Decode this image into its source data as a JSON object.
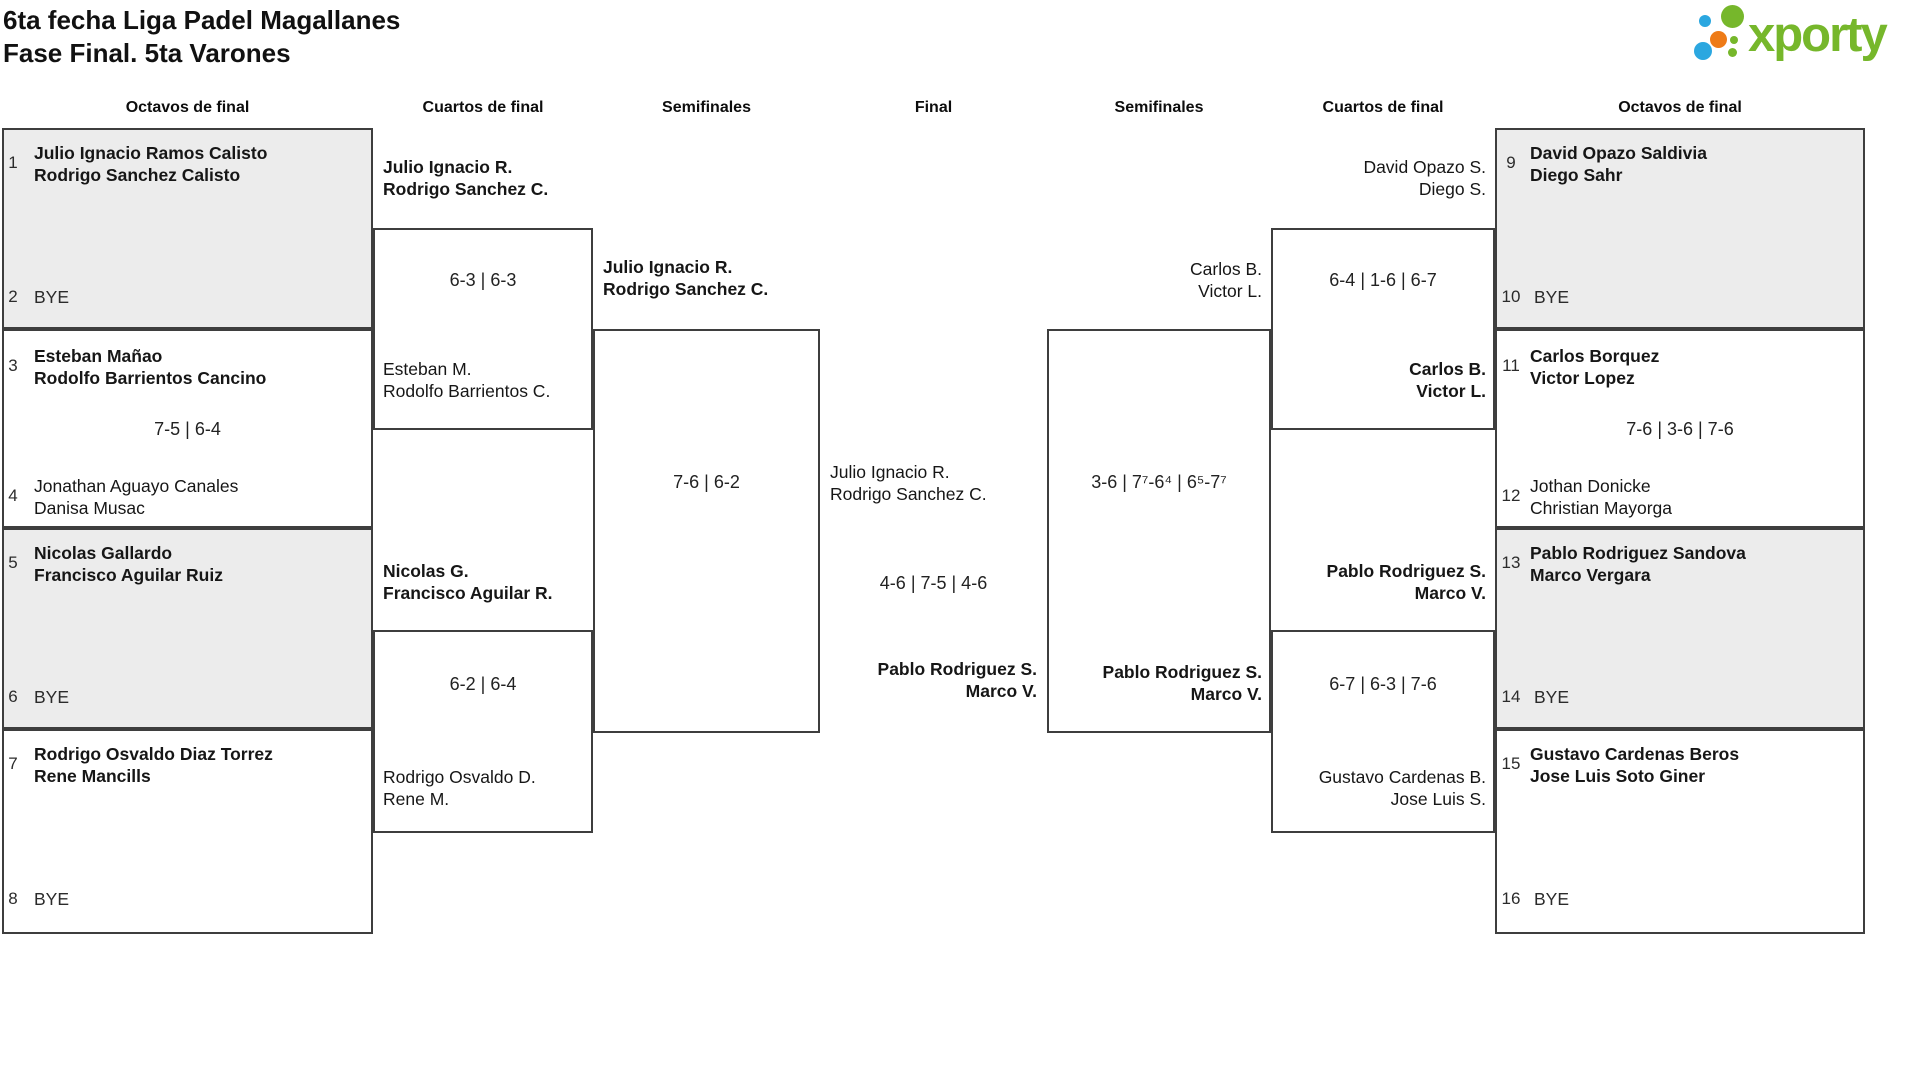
{
  "header": {
    "title_line1": "6ta fecha Liga Padel Magallanes",
    "title_line2": "Fase Final. 5ta Varones"
  },
  "logo": {
    "wordmark": "xporty"
  },
  "colors": {
    "logo_green": "#76b72b",
    "logo_blue": "#2ba7e0",
    "logo_orange": "#ee7b17",
    "box_gray": "#ececec",
    "line_dark": "#3e3e3e"
  },
  "columns": [
    "Octavos de final",
    "Cuartos de final",
    "Semifinales",
    "Final",
    "Semifinales",
    "Cuartos de final",
    "Octavos de final"
  ],
  "octavos_left": [
    {
      "top_seed": "1",
      "top": [
        "Julio Ignacio Ramos Calisto",
        "Rodrigo Sanchez Calisto"
      ],
      "bottom_seed": "2",
      "bottom_bye": "BYE"
    },
    {
      "top_seed": "3",
      "top": [
        "Esteban Mañao",
        "Rodolfo Barrientos Cancino"
      ],
      "score": "7-5 | 6-4",
      "bottom_seed": "4",
      "bottom": [
        "Jonathan Aguayo Canales",
        "Danisa Musac"
      ]
    },
    {
      "top_seed": "5",
      "top": [
        "Nicolas Gallardo",
        "Francisco Aguilar Ruiz"
      ],
      "bottom_seed": "6",
      "bottom_bye": "BYE"
    },
    {
      "top_seed": "7",
      "top": [
        "Rodrigo Osvaldo Diaz Torrez",
        "Rene Mancills"
      ],
      "bottom_seed": "8",
      "bottom_bye": "BYE"
    }
  ],
  "cuartos_left": [
    {
      "top": [
        "Julio Ignacio R.",
        "Rodrigo Sanchez C."
      ],
      "score": "6-3 | 6-3",
      "bottom": [
        "Esteban M.",
        "Rodolfo Barrientos C."
      ]
    },
    {
      "top": [
        "Nicolas G.",
        "Francisco Aguilar R."
      ],
      "score": "6-2 | 6-4",
      "bottom": [
        "Rodrigo Osvaldo D.",
        "Rene M."
      ]
    }
  ],
  "semifinal_left": {
    "top": [
      "Julio Ignacio R.",
      "Rodrigo Sanchez C."
    ],
    "score": "7-6 | 6-2"
  },
  "final": {
    "top": [
      "Julio Ignacio R.",
      "Rodrigo Sanchez C."
    ],
    "score": "4-6 | 7-5 | 4-6",
    "bottom": [
      "Pablo Rodriguez S.",
      "Marco V."
    ]
  },
  "semifinal_right": {
    "top": [
      "Carlos B.",
      "Victor L."
    ],
    "score": "3-6 | 7⁷-6⁴ | 6⁵-7⁷",
    "bottom": [
      "Pablo Rodriguez S.",
      "Marco V."
    ]
  },
  "cuartos_right": [
    {
      "top": [
        "David Opazo S.",
        "Diego S."
      ],
      "score": "6-4 | 1-6 | 6-7",
      "bottom": [
        "Carlos B.",
        "Victor L."
      ]
    },
    {
      "top": [
        "Pablo Rodriguez S.",
        "Marco V."
      ],
      "score": "6-7 | 6-3 | 7-6",
      "bottom": [
        "Gustavo Cardenas B.",
        "Jose Luis S."
      ]
    }
  ],
  "octavos_right": [
    {
      "top_seed": "9",
      "top": [
        "David Opazo Saldivia",
        "Diego Sahr"
      ],
      "bottom_seed": "10",
      "bottom_bye": "BYE"
    },
    {
      "top_seed": "11",
      "top": [
        "Carlos Borquez",
        "Victor Lopez"
      ],
      "score": "7-6 | 3-6 | 7-6",
      "bottom_seed": "12",
      "bottom": [
        "Jothan Donicke",
        "Christian Mayorga"
      ]
    },
    {
      "top_seed": "13",
      "top": [
        "Pablo Rodriguez Sandova",
        "Marco Vergara"
      ],
      "bottom_seed": "14",
      "bottom_bye": "BYE"
    },
    {
      "top_seed": "15",
      "top": [
        "Gustavo Cardenas Beros",
        "Jose Luis Soto Giner"
      ],
      "bottom_seed": "16",
      "bottom_bye": "BYE"
    }
  ]
}
